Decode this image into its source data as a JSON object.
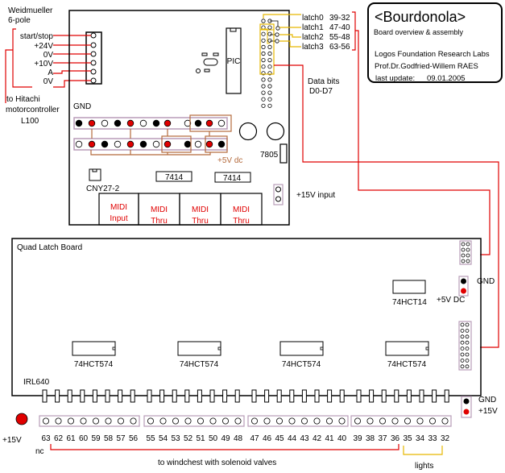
{
  "colors": {
    "red_wire": "#e00000",
    "yellow_wire": "#e6b800",
    "brown_box": "#b46a3c",
    "header_outline": "#b89cb8",
    "black": "#000000"
  },
  "title_box": {
    "title": "<Bourdonola>",
    "subtitle": "Board overview & assembly",
    "org": "Logos Foundation Research Labs",
    "author": "Prof.Dr.Godfried-Willem RAES",
    "last_update_label": "last update:",
    "last_update_value": "09.01.2005"
  },
  "connector": {
    "title_line1": "Weidmueller",
    "title_line2": "6-pole",
    "pins": [
      "start/stop",
      "+24V",
      "0V",
      "+10V",
      "A",
      "0V"
    ],
    "dest_line1": "to Hitachi",
    "dest_line2": "motorcontroller",
    "dest_line3": "L100"
  },
  "midi_board": {
    "gnd_label": "GND",
    "pic_label": "PIC",
    "regulator_label": "7805",
    "plus5_label": "+5V dc",
    "optocoupler_label": "CNY27-2",
    "ic1_label": "7414",
    "ic2_label": "7414",
    "power_input_label": "+15V input",
    "data_bits_line1": "Data bits",
    "data_bits_line2": "D0-D7",
    "row1_pins": [
      "black",
      "red",
      "white",
      "black",
      "red",
      "white",
      "black",
      "red",
      "gap",
      "white",
      "black",
      "red",
      "white"
    ],
    "row2_pins": [
      "white",
      "red",
      "black",
      "white",
      "red",
      "black",
      "white",
      "red",
      "gap",
      "black",
      "white",
      "red",
      "black"
    ],
    "midi_ports": [
      {
        "line1": "MIDI",
        "line2": "Input"
      },
      {
        "line1": "MIDI",
        "line2": "Thru"
      },
      {
        "line1": "MIDI",
        "line2": "Thru"
      },
      {
        "line1": "MIDI",
        "line2": "Thru"
      }
    ],
    "latches": [
      {
        "name": "latch0",
        "range": "39-32"
      },
      {
        "name": "latch1",
        "range": "47-40"
      },
      {
        "name": "latch2",
        "range": "55-48"
      },
      {
        "name": "latch3",
        "range": "63-56"
      }
    ]
  },
  "latch_board": {
    "title": "Quad Latch Board",
    "inverter_label": "74HCT14",
    "plus5_label": "+5V DC",
    "gnd_label": "GND",
    "latch_ics": [
      "74HCT574",
      "74HCT574",
      "74HCT574",
      "74HCT574"
    ],
    "mosfet_label": "IRL640",
    "gnd_out_label": "GND",
    "plus15_out_label": "+15V",
    "plus15_left_label": "+15V",
    "output_groups": [
      [
        "63",
        "62",
        "61",
        "60",
        "59",
        "58",
        "57",
        "56"
      ],
      [
        "55",
        "54",
        "53",
        "52",
        "51",
        "50",
        "49",
        "48"
      ],
      [
        "47",
        "46",
        "45",
        "44",
        "43",
        "42",
        "41",
        "40"
      ],
      [
        "39",
        "38",
        "37",
        "36",
        "35",
        "34",
        "33",
        "32"
      ]
    ],
    "nc_label": "nc",
    "windchest_label": "to windchest with solenoid valves",
    "lights_label": "lights"
  }
}
